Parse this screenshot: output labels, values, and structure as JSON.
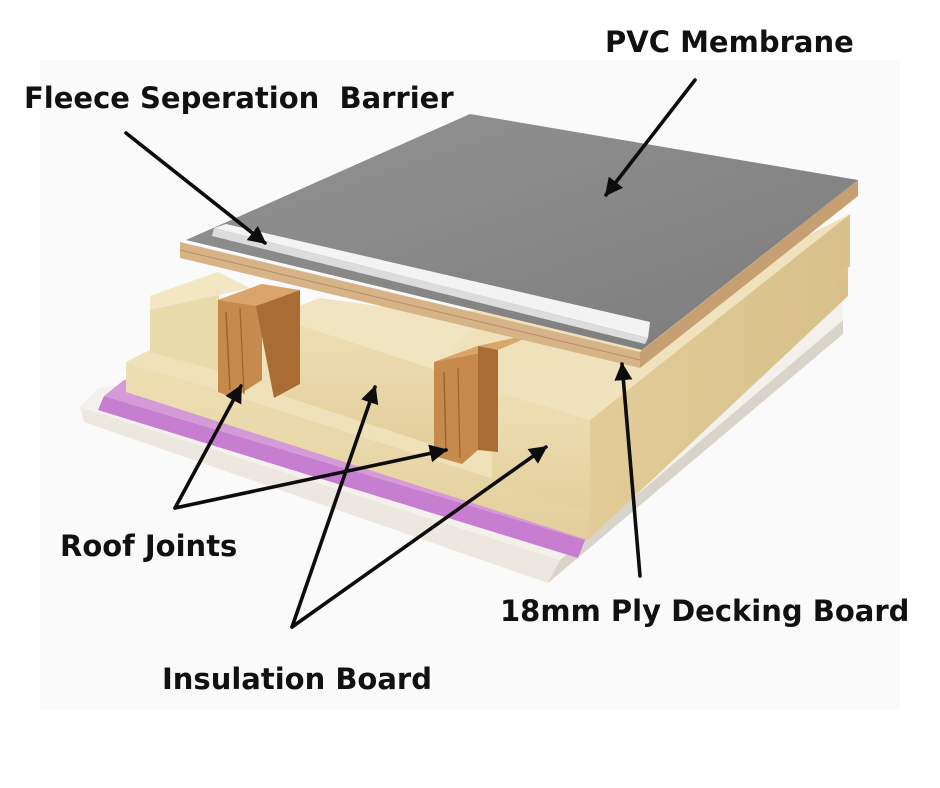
{
  "diagram": {
    "labels": {
      "pvc_membrane": "PVC Membrane",
      "fleece_barrier": "Fleece Seperation  Barrier",
      "roof_joints": "Roof Joints",
      "insulation_board": "Insulation Board",
      "ply_decking": "18mm Ply Decking Board"
    },
    "colors": {
      "pvc_top": "#8b8b8b",
      "plywood": "#d7b488",
      "fleece": "#f3f3f3",
      "insulation": "#ecdcae",
      "timber": "#b87a3e",
      "vapour_layer": "#c77ed0",
      "ceiling_board": "#f0ece6",
      "arrow": "#0d0d0d"
    }
  }
}
